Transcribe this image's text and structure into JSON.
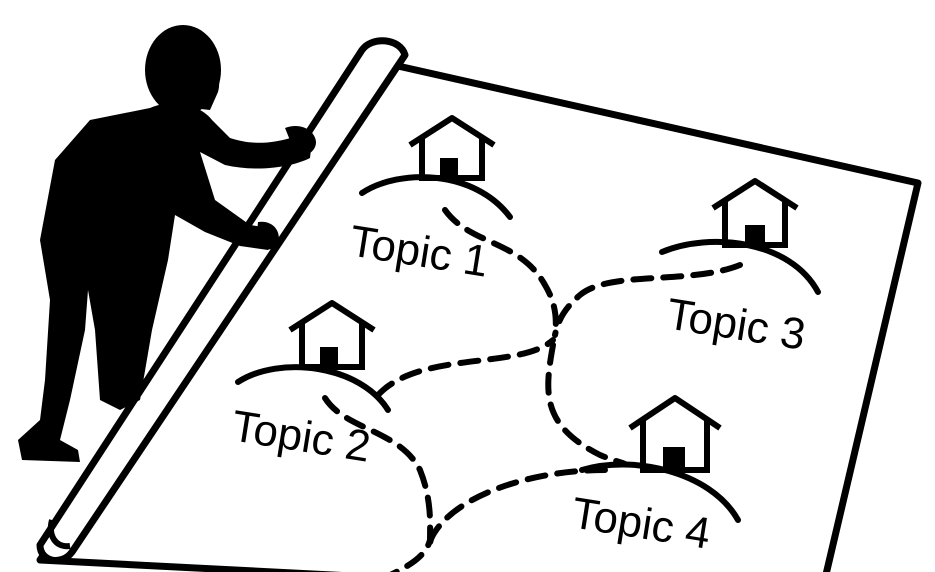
{
  "colors": {
    "ink": "#000000",
    "paper": "#ffffff"
  },
  "figure": {
    "person": "person-silhouette",
    "map": "unrolled-map-scroll",
    "house_icon": "house-icon",
    "path_style": "dashed"
  },
  "topics": [
    {
      "label": "Topic 1"
    },
    {
      "label": "Topic 2"
    },
    {
      "label": "Topic 3"
    },
    {
      "label": "Topic 4"
    }
  ]
}
